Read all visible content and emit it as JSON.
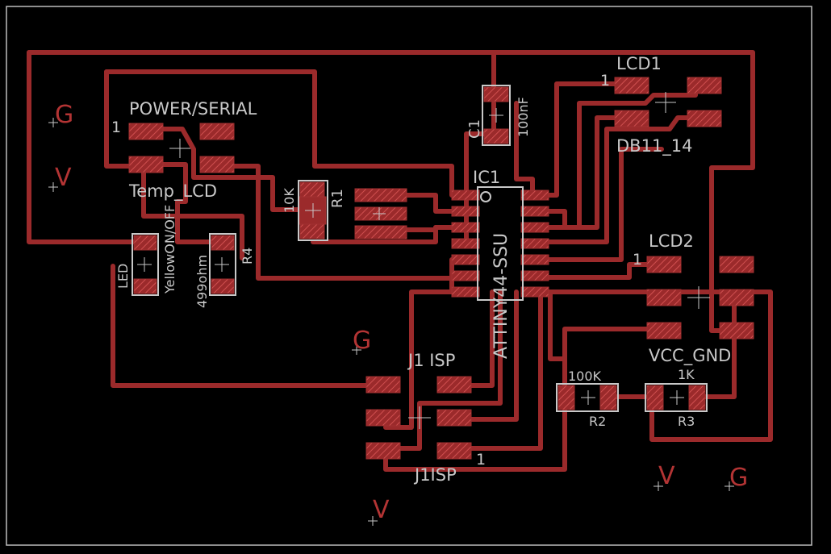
{
  "labels": {
    "g1": "G",
    "v1": "V",
    "g2": "G",
    "v2": "V",
    "v3": "V",
    "g3": "G",
    "power_serial": "POWER/SERIAL",
    "power_serial_pin1": "1",
    "temp_lcd": "Temp_LCD",
    "c1": "C1",
    "c1_val": "100nF",
    "r1": "R1",
    "r1_val": "10K",
    "ic1": "IC1",
    "ic1_val": "ATTINY44-SSU",
    "lcd1": "LCD1",
    "lcd1_pin1": "1",
    "db11": "DB11_14",
    "lcd2": "LCD2",
    "lcd2_pin1": "1",
    "vcc_gnd": "VCC_GND",
    "led": "LED",
    "yellow": "YellowON/OFF",
    "r4": "R4",
    "r4_val": "499ohm",
    "j1_isp": "J1 ISP",
    "j1isp": "J1ISP",
    "j1_pin1": "1",
    "r2": "R2",
    "r2_val": "100K",
    "r3": "R3",
    "r3_val": "1K"
  }
}
